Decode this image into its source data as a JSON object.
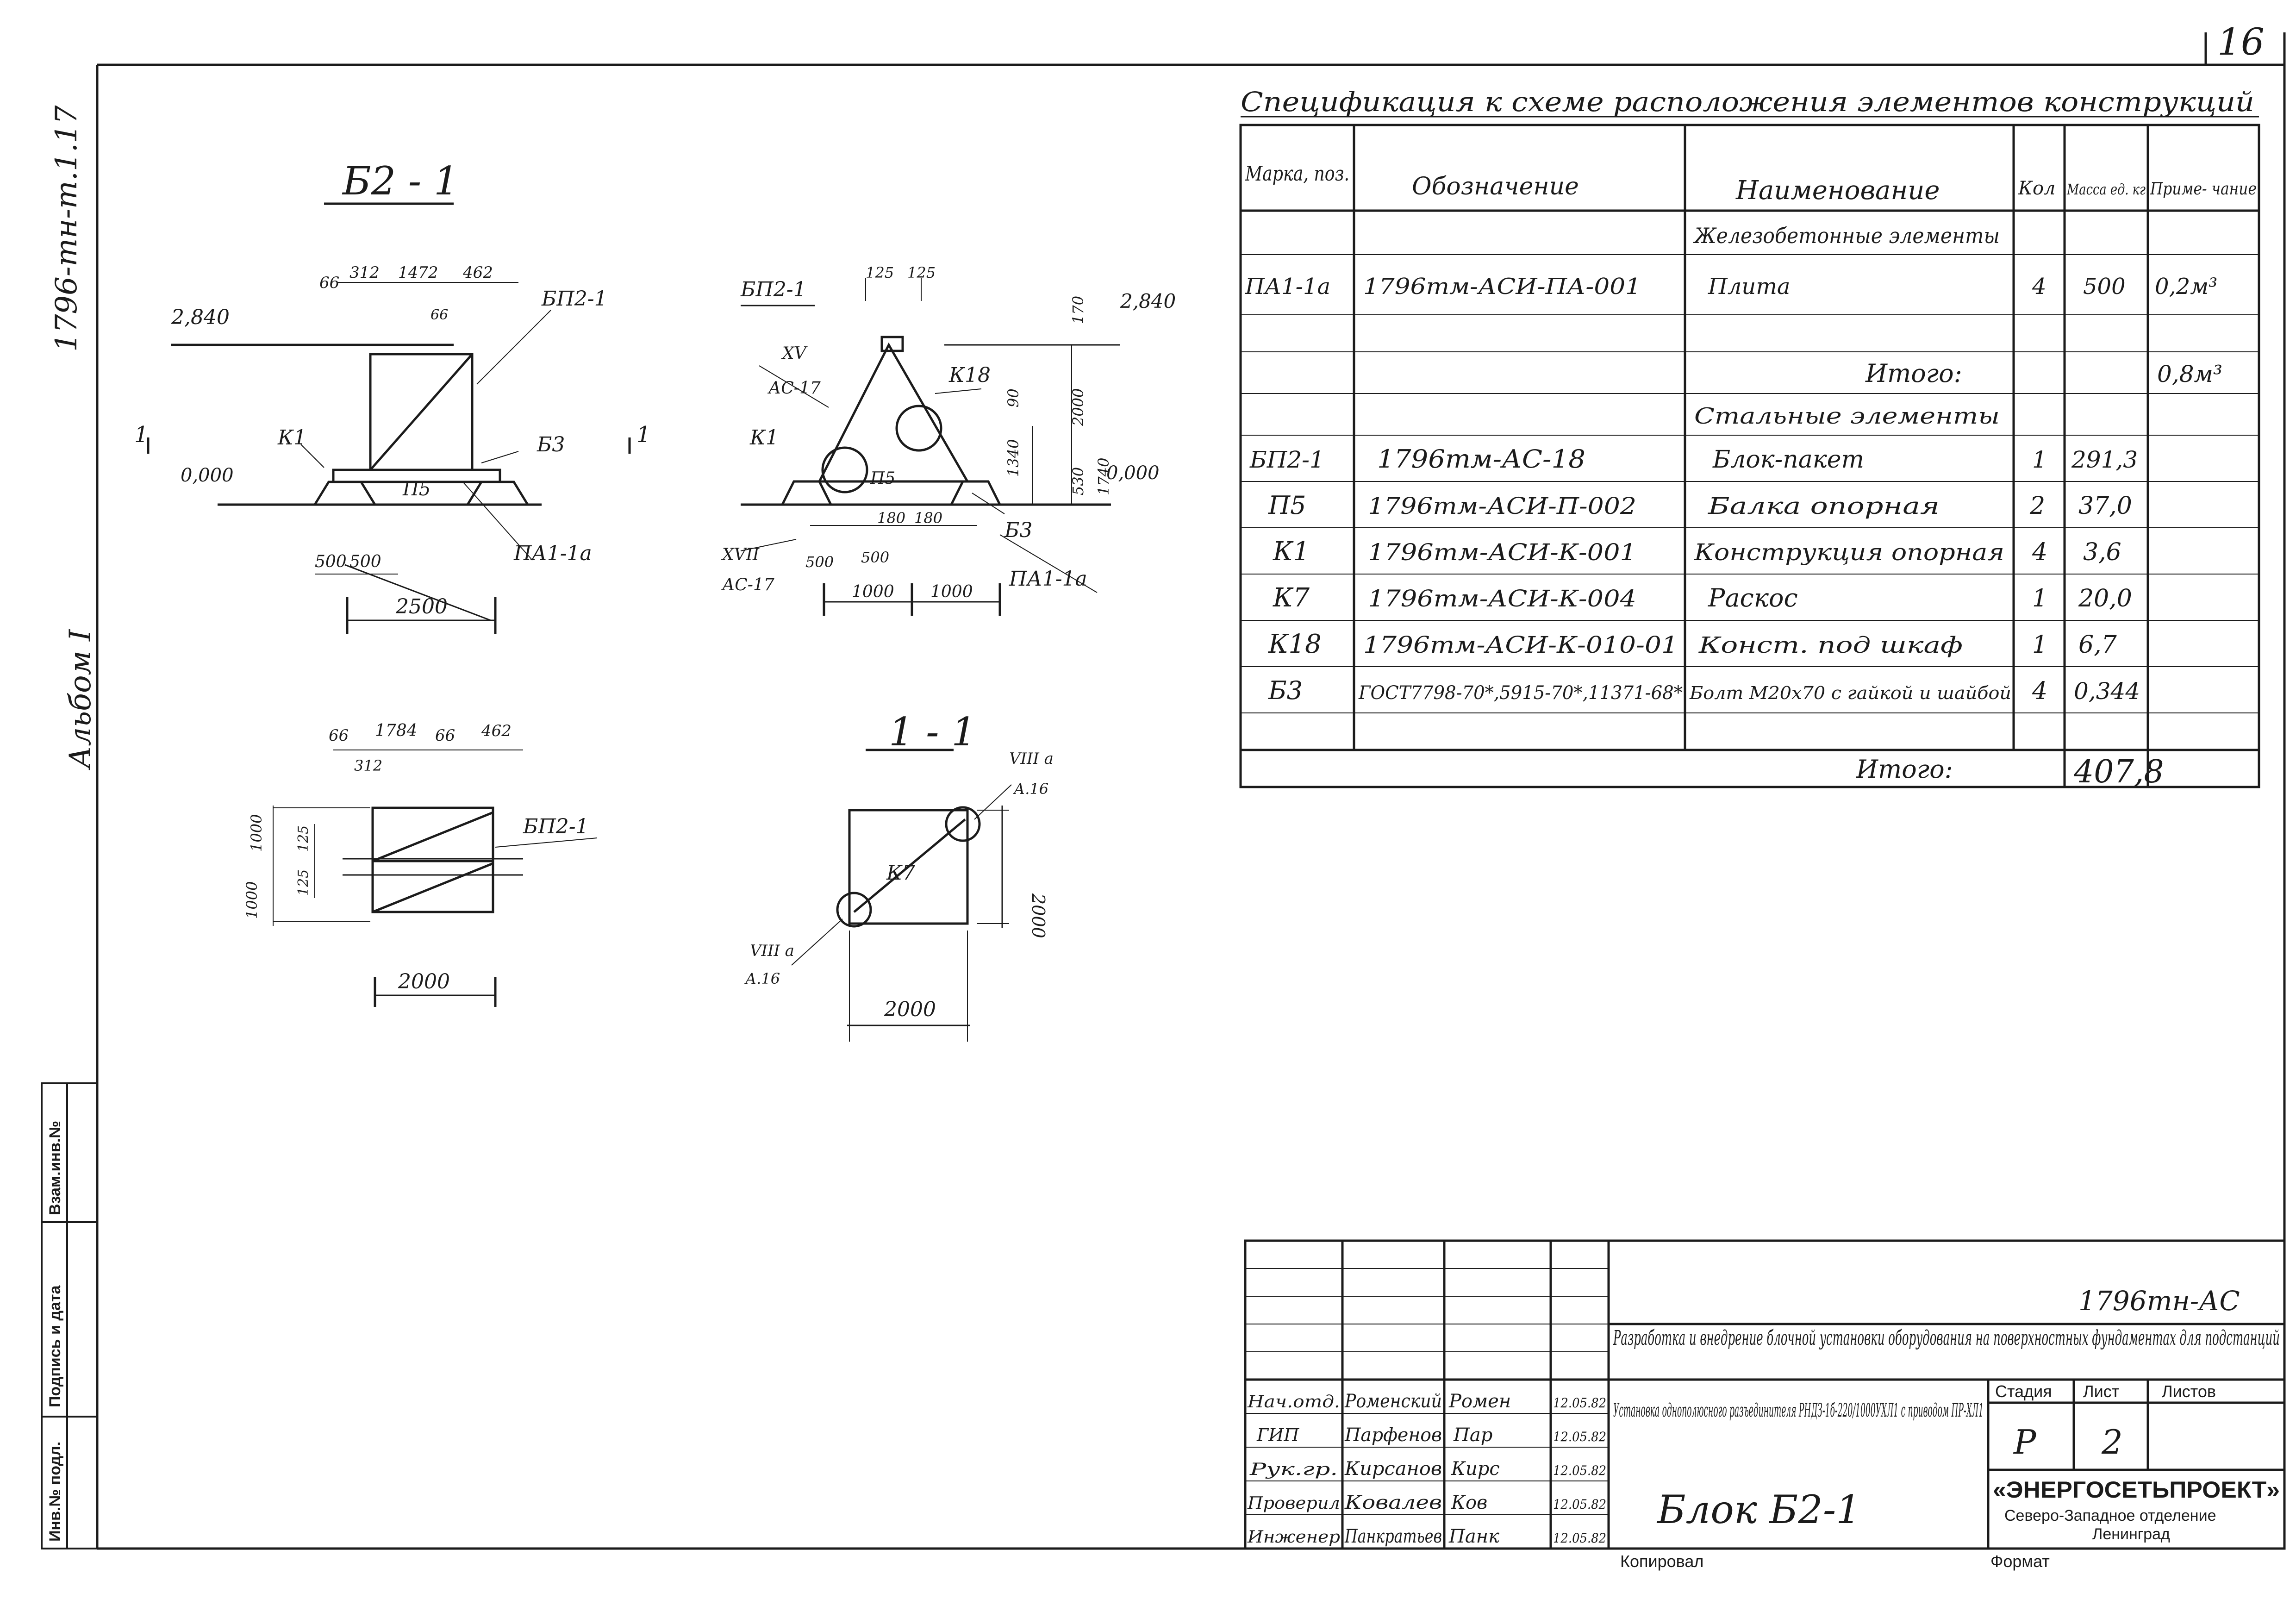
{
  "page_number": "16",
  "side_note": "1796-тн-т.1.17",
  "album_label": "Альбом I",
  "views": {
    "elevation": {
      "title": "Б2 - 1",
      "labels": {
        "elev_top": "2,840",
        "elev_zero": "0,000",
        "section_mark_left": "1",
        "section_mark_right": "1",
        "blp": "БП2-1",
        "k1": "К1",
        "b3": "Б3",
        "p5": "П5",
        "pa1": "ПА1-1а"
      },
      "dims": {
        "d66": "66",
        "d312": "312",
        "d1472": "1472",
        "d462": "462",
        "d66b": "66",
        "d500a": "500",
        "d500b": "500",
        "d2500": "2500"
      }
    },
    "side": {
      "labels": {
        "blp": "БП2-1",
        "elev_top": "2,840",
        "elev_zero": "0,000",
        "xv": "XV",
        "ac17a": "АС-17",
        "k18": "К18",
        "k1": "К1",
        "p5": "П5",
        "b3": "Б3",
        "pa1": "ПА1-1а",
        "xvii": "XVII",
        "ac17b": "АС-17"
      },
      "dims": {
        "d125a": "125",
        "d125b": "125",
        "d170": "170",
        "d90": "90",
        "d2000": "2000",
        "d1340": "1340",
        "d1740": "1740",
        "d530": "530",
        "d180a": "180",
        "d180b": "180",
        "d500a": "500",
        "d500b": "500",
        "d1000a": "1000",
        "d1000b": "1000"
      }
    },
    "plan": {
      "labels": {
        "blp": "БП2-1"
      },
      "dims": {
        "d66a": "66",
        "d1784": "1784",
        "d66b": "66",
        "d462": "462",
        "d312": "312",
        "d1000a": "1000",
        "d125a": "125",
        "d125b": "125",
        "d1000b": "1000",
        "d2000": "2000"
      }
    },
    "section": {
      "title": "1 - 1",
      "labels": {
        "viii_top": "VIII а",
        "a16_top": "А.16",
        "viii_bottom": "VIII а",
        "a16_bottom": "А.16",
        "k7": "К7"
      },
      "dims": {
        "d2000v": "2000",
        "d2000h": "2000"
      }
    }
  },
  "spec": {
    "title": "Спецификация к схеме расположения элементов конструкций",
    "headers": {
      "mark": "Марка, поз.",
      "designation": "Обозначение",
      "name": "Наименование",
      "qty": "Кол",
      "mass": "Масса ед. кг",
      "note": "Приме- чание"
    },
    "rows": [
      {
        "mark": "",
        "designation": "",
        "name": "Железобетонные элементы",
        "qty": "",
        "mass": "",
        "note": ""
      },
      {
        "mark": "ПА1-1а",
        "designation": "1796тм-АСИ-ПА-001",
        "name": "Плита",
        "qty": "4",
        "mass": "500",
        "note": "0,2м³"
      },
      {
        "mark": "",
        "designation": "",
        "name": "",
        "qty": "",
        "mass": "",
        "note": ""
      },
      {
        "mark": "",
        "designation": "",
        "name": "Итого:",
        "qty": "",
        "mass": "",
        "note": "0,8м³"
      },
      {
        "mark": "",
        "designation": "",
        "name": "Стальные элементы",
        "qty": "",
        "mass": "",
        "note": ""
      },
      {
        "mark": "БП2-1",
        "designation": "1796тм-АС-18",
        "name": "Блок-пакет",
        "qty": "1",
        "mass": "291,3",
        "note": ""
      },
      {
        "mark": "П5",
        "designation": "1796тм-АСИ-П-002",
        "name": "Балка опорная",
        "qty": "2",
        "mass": "37,0",
        "note": ""
      },
      {
        "mark": "К1",
        "designation": "1796тм-АСИ-К-001",
        "name": "Конструкция опорная",
        "qty": "4",
        "mass": "3,6",
        "note": ""
      },
      {
        "mark": "К7",
        "designation": "1796тм-АСИ-К-004",
        "name": "Раскос",
        "qty": "1",
        "mass": "20,0",
        "note": ""
      },
      {
        "mark": "К18",
        "designation": "1796тм-АСИ-К-010-01",
        "name": "Конст. под шкаф",
        "qty": "1",
        "mass": "6,7",
        "note": ""
      },
      {
        "mark": "Б3",
        "designation": "ГОСТ7798-70*,5915-70*,11371-68*",
        "name": "Болт М20х70 с гайкой и шайбой",
        "qty": "4",
        "mass": "0,344",
        "note": ""
      },
      {
        "mark": "",
        "designation": "",
        "name": "",
        "qty": "",
        "mass": "",
        "note": ""
      }
    ],
    "total_label": "Итого:",
    "total_value": "407,8"
  },
  "stamp": {
    "code": "1796тн-АС",
    "project": "Разработка и внедрение блочной установки оборудования на поверхностных фундаментах для подстанций",
    "description": "Установка однополюсного разъединителя РНДЗ-1б-220/1000УХЛ1 с приводом ПР-ХЛ1",
    "sheet_title": "Блок Б2-1",
    "stage_header": "Стадия",
    "sheet_header": "Лист",
    "sheets_header": "Листов",
    "stage": "Р",
    "sheet": "2",
    "sheets": "",
    "org_name": "«ЭНЕРГОСЕТЬПРОЕКТ»",
    "org_branch": "Северо-Западное отделение",
    "org_city": "Ленинград",
    "copied_label": "Копировал",
    "format_label": "Формат",
    "people": [
      {
        "role": "Нач.отд.",
        "name": "Роменский",
        "sign": "Ромен",
        "date": "12.05.82"
      },
      {
        "role": "ГИП",
        "name": "Парфенов",
        "sign": "Пар",
        "date": "12.05.82"
      },
      {
        "role": "Рук.гр.",
        "name": "Кирсанов",
        "sign": "Кирс",
        "date": "12.05.82"
      },
      {
        "role": "Проверил",
        "name": "Ковалев",
        "sign": "Ков",
        "date": "12.05.82"
      },
      {
        "role": "Инженер",
        "name": "Панкратьев",
        "sign": "Панк",
        "date": "12.05.82"
      }
    ]
  },
  "side_strip": {
    "inv_podl": "Инв.№ подл.",
    "podpis": "Подпись и дата",
    "vzam": "Взам.инв.№"
  }
}
